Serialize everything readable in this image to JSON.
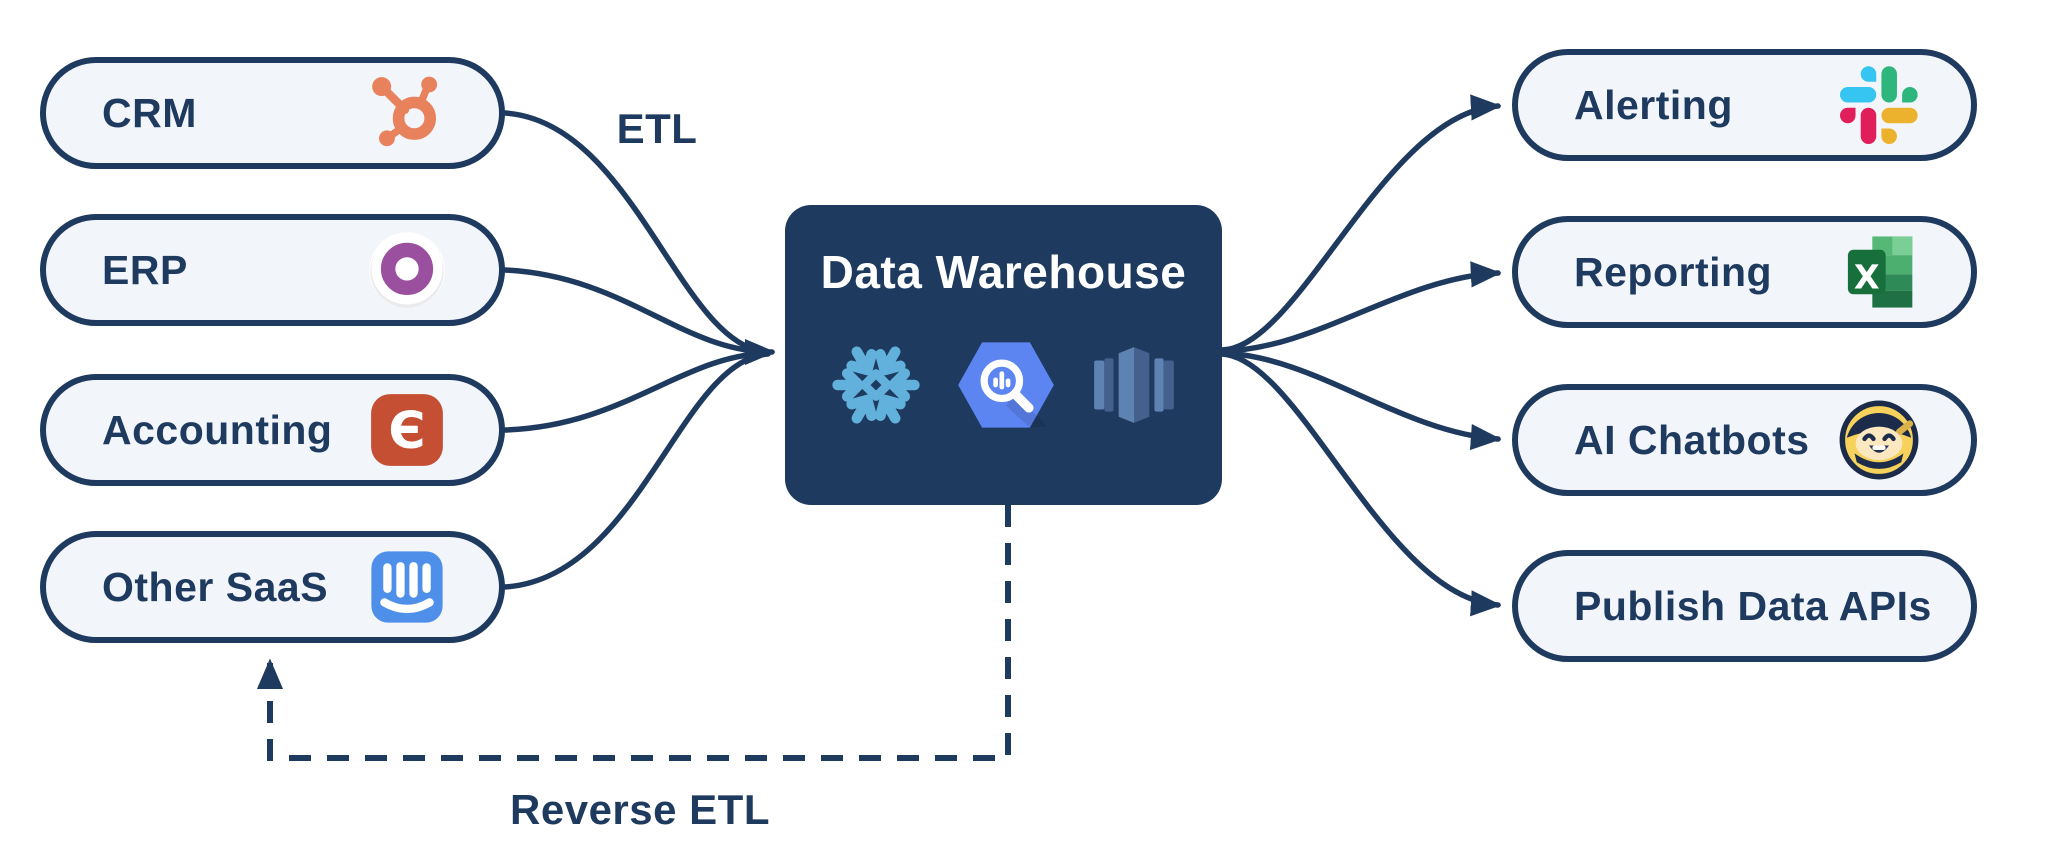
{
  "diagram": {
    "background": "#ffffff",
    "colors": {
      "outline": "#1f3a5f",
      "node_fill": "#f2f6fb",
      "warehouse_fill": "#1f3a5f",
      "text": "#1f3a5f",
      "arrow": "#1f3a5f",
      "brand": {
        "hubspot_orange": "#e8825d",
        "odoo_purple": "#9b4f9f",
        "accounting_red": "#c44f33",
        "intercom_blue": "#4e8fea",
        "slack_blue": "#36c5f0",
        "slack_green": "#2eb67d",
        "slack_yellow": "#ecb22e",
        "slack_red": "#e01e5a",
        "excel_green": "#107c41",
        "snowflake_blue": "#62b1dc",
        "bigquery_blue": "#5c85f2",
        "redshift_blue": "#4a6d9e"
      }
    },
    "labels": {
      "etl": "ETL",
      "reverse_etl": "Reverse ETL"
    },
    "warehouse": {
      "title": "Data Warehouse",
      "icons": [
        "snowflake-icon",
        "bigquery-icon",
        "redshift-icon"
      ]
    },
    "sources": [
      {
        "label": "CRM",
        "icon": "hubspot-icon"
      },
      {
        "label": "ERP",
        "icon": "odoo-icon"
      },
      {
        "label": "Accounting",
        "icon": "expensify-icon"
      },
      {
        "label": "Other SaaS",
        "icon": "intercom-icon"
      }
    ],
    "destinations": [
      {
        "label": "Alerting",
        "icon": "slack-icon"
      },
      {
        "label": "Reporting",
        "icon": "excel-icon"
      },
      {
        "label": "AI Chatbots",
        "icon": "ninja-icon"
      },
      {
        "label": "Publish Data APIs",
        "icon": ""
      }
    ]
  }
}
